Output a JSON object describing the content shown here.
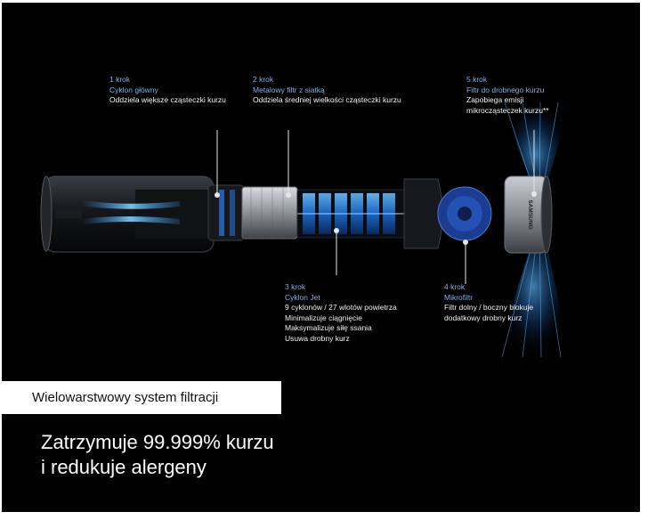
{
  "callouts": [
    {
      "id": "step1",
      "step": "1 krok",
      "name": "Cyklon główny",
      "desc": [
        "Oddziela większe cząsteczki kurzu"
      ]
    },
    {
      "id": "step2",
      "step": "2 krok",
      "name": "Metalowy filtr z siatką",
      "desc": [
        "Oddziela średniej wielkości cząsteczki kurzu"
      ]
    },
    {
      "id": "step5",
      "step": "5 krok",
      "name": "Filtr do drobnego kurzu",
      "desc": [
        "Zapobiega emisji",
        "mikrocząsteczek kurzu**"
      ]
    },
    {
      "id": "step3",
      "step": "3 krok",
      "name": "Cyklon Jet",
      "desc": [
        "9 cyklonów / 27 wlotów powietrza",
        "Minimalizuje ciągnięcie",
        "Maksymalizuje siłę ssania",
        "Usuwa drobny kurz"
      ]
    },
    {
      "id": "step4",
      "step": "4 krok",
      "name": "Mikrofiltr",
      "desc": [
        "Filtr dolny / boczny blokuje",
        "dodatkowy drobny kurz"
      ]
    }
  ],
  "badge": "Wielowarstwowy system filtracji",
  "headline": [
    "Zatrzymuje 99.999% kurzu",
    "i redukuje alergeny"
  ],
  "brand_mark": "SAMSUNG",
  "colors": {
    "background": "#000000",
    "accent_blue": "#7fb3ea",
    "glow_blue": "#2f9bff",
    "text_white": "#f2f2f2",
    "badge_bg": "#ffffff"
  }
}
